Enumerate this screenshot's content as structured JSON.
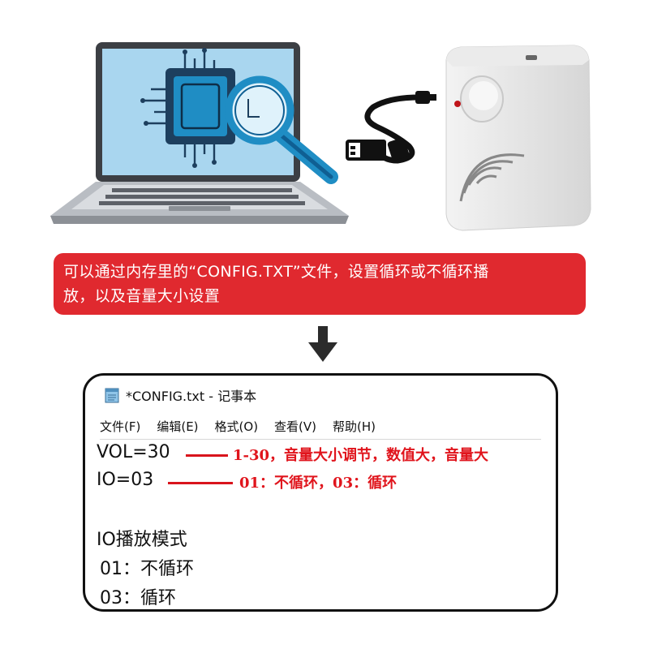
{
  "banner": {
    "line1": "可以通过内存里的“CONFIG.TXT”文件，设置循环或不循环播",
    "line2": "放，以及音量大小设置"
  },
  "notepad": {
    "title": "*CONFIG.txt - 记事本",
    "menu": [
      "文件(F)",
      "编辑(E)",
      "格式(O)",
      "查看(V)",
      "帮助(H)"
    ],
    "lines": {
      "vol": "VOL=30",
      "io": "IO=03",
      "mode_heading": "IO播放模式",
      "opt_01": "01：不循环",
      "opt_03": "03：循环"
    },
    "annotations": {
      "vol_note": "1-30，音量大小调节，数值大，音量大",
      "io_note": "01：不循环，03：循环"
    }
  },
  "colors": {
    "banner_bg": "#e0292f",
    "annotation_red": "#e0141c",
    "laptop_screen": "#a9d6ef",
    "chip_blue": "#1f8dc4"
  },
  "icons": [
    "laptop-icon",
    "chip-icon",
    "magnifier-icon",
    "usb-cable-icon",
    "speaker-device-icon",
    "down-arrow-icon",
    "notepad-app-icon"
  ]
}
